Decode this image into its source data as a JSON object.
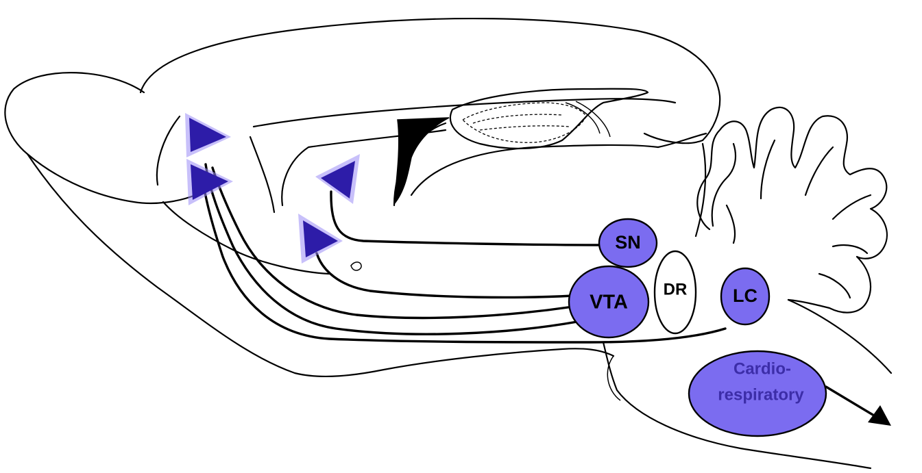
{
  "colors": {
    "nucleus_fill": "#7b6cf0",
    "arrowhead_fill": "#2d1ca8",
    "arrowhead_glow": "#9a8cf5",
    "outline": "#000000",
    "background": "#ffffff"
  },
  "nuclei": {
    "sn": "SN",
    "vta": "VTA",
    "dr": "DR",
    "lc": "LC",
    "cardio_line1": "Cardio-",
    "cardio_line2": "respiratory"
  }
}
